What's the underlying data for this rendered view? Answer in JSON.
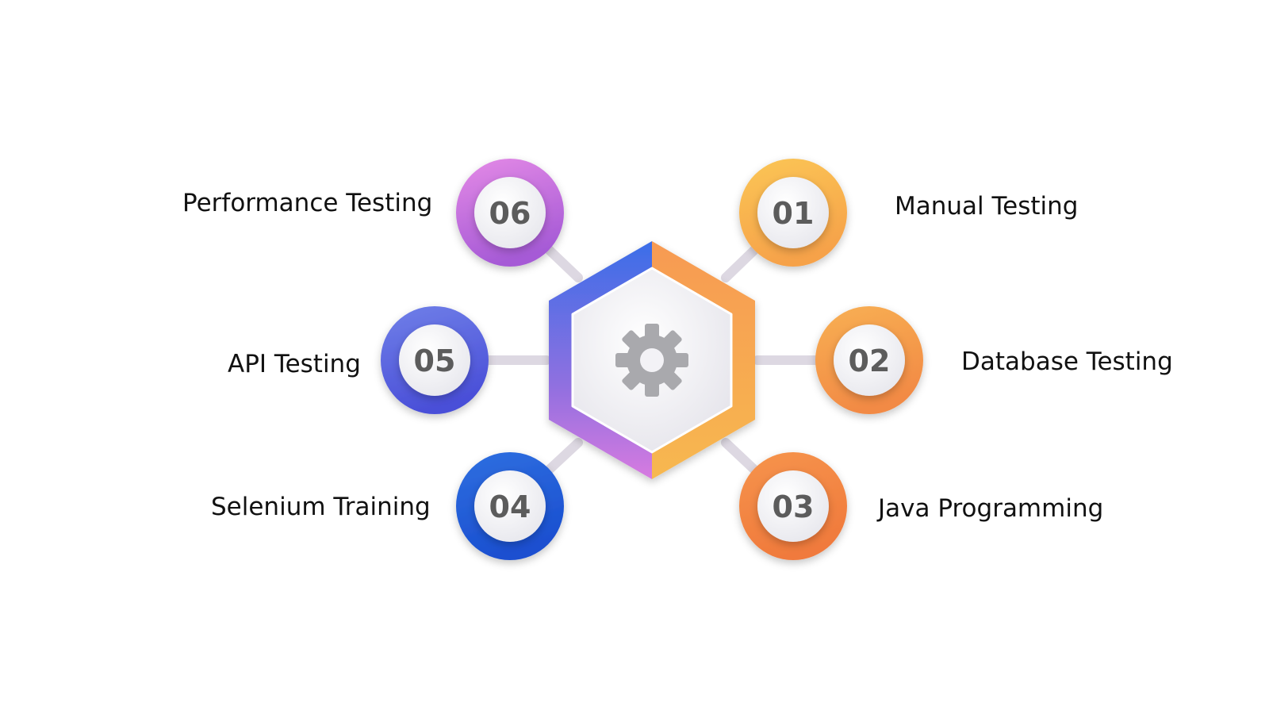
{
  "center": {
    "icon": "gear-icon",
    "gradient_left": [
      "#3b6ee8",
      "#8f6fe0",
      "#d77be0"
    ],
    "gradient_right": [
      "#f79a52",
      "#f7b850"
    ]
  },
  "nodes": [
    {
      "id": "01",
      "number": "01",
      "label": "Manual Testing",
      "color_top": "#fbc655",
      "color_bottom": "#f6a24a"
    },
    {
      "id": "02",
      "number": "02",
      "label": "Database Testing",
      "color_top": "#f8b054",
      "color_bottom": "#f28a44"
    },
    {
      "id": "03",
      "number": "03",
      "label": "Java Programming",
      "color_top": "#f6944c",
      "color_bottom": "#f07a3c"
    },
    {
      "id": "04",
      "number": "04",
      "label": "Selenium Training",
      "color_top": "#2f6fe0",
      "color_bottom": "#1a4fd0"
    },
    {
      "id": "05",
      "number": "05",
      "label": "API Testing",
      "color_top": "#7080e8",
      "color_bottom": "#4a4fd8"
    },
    {
      "id": "06",
      "number": "06",
      "label": "Performance Testing",
      "color_top": "#e48ae6",
      "color_bottom": "#a65ad6"
    }
  ]
}
